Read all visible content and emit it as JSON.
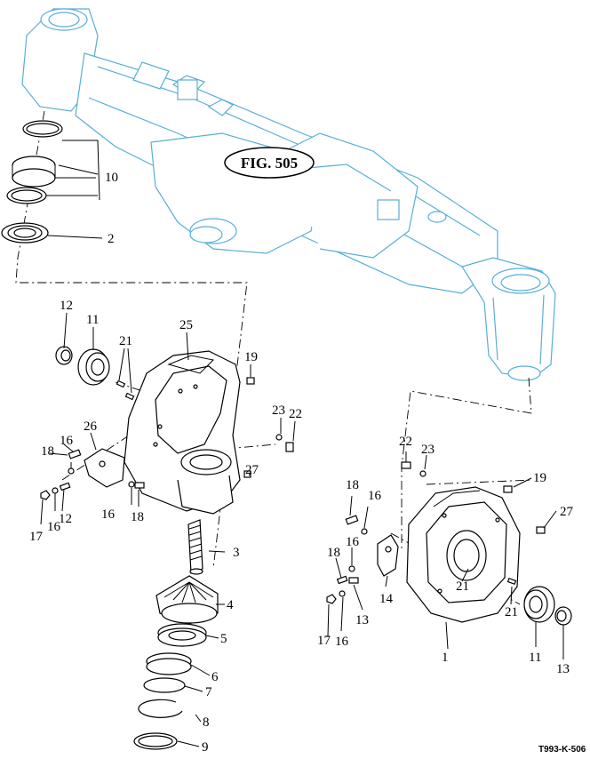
{
  "colors": {
    "axle_outline": "#5aaed6",
    "parts_outline": "#000000",
    "background": "#ffffff"
  },
  "figure_reference": "FIG. 505",
  "drawing_code": "T993-K-506",
  "callouts": [
    {
      "id": "c1",
      "label": "1"
    },
    {
      "id": "c2",
      "label": "2"
    },
    {
      "id": "c3",
      "label": "3"
    },
    {
      "id": "c4",
      "label": "4"
    },
    {
      "id": "c5",
      "label": "5"
    },
    {
      "id": "c6",
      "label": "6"
    },
    {
      "id": "c7",
      "label": "7"
    },
    {
      "id": "c8",
      "label": "8"
    },
    {
      "id": "c9",
      "label": "9"
    },
    {
      "id": "c10",
      "label": "10"
    },
    {
      "id": "c11a",
      "label": "11"
    },
    {
      "id": "c11b",
      "label": "11"
    },
    {
      "id": "c12a",
      "label": "12"
    },
    {
      "id": "c12b",
      "label": "12"
    },
    {
      "id": "c13a",
      "label": "13"
    },
    {
      "id": "c13b",
      "label": "13"
    },
    {
      "id": "c14",
      "label": "14"
    },
    {
      "id": "c16a",
      "label": "16"
    },
    {
      "id": "c16b",
      "label": "16"
    },
    {
      "id": "c16c",
      "label": "16"
    },
    {
      "id": "c16d",
      "label": "16"
    },
    {
      "id": "c16e",
      "label": "16"
    },
    {
      "id": "c16f",
      "label": "16"
    },
    {
      "id": "c17a",
      "label": "17"
    },
    {
      "id": "c17b",
      "label": "17"
    },
    {
      "id": "c18a",
      "label": "18"
    },
    {
      "id": "c18b",
      "label": "18"
    },
    {
      "id": "c18c",
      "label": "18"
    },
    {
      "id": "c18d",
      "label": "18"
    },
    {
      "id": "c19a",
      "label": "19"
    },
    {
      "id": "c19b",
      "label": "19"
    },
    {
      "id": "c21a",
      "label": "21"
    },
    {
      "id": "c21b",
      "label": "21"
    },
    {
      "id": "c21c",
      "label": "21"
    },
    {
      "id": "c22a",
      "label": "22"
    },
    {
      "id": "c22b",
      "label": "22"
    },
    {
      "id": "c23a",
      "label": "23"
    },
    {
      "id": "c23b",
      "label": "23"
    },
    {
      "id": "c25",
      "label": "25"
    },
    {
      "id": "c26",
      "label": "26"
    },
    {
      "id": "c27a",
      "label": "27"
    },
    {
      "id": "c27b",
      "label": "27"
    }
  ]
}
